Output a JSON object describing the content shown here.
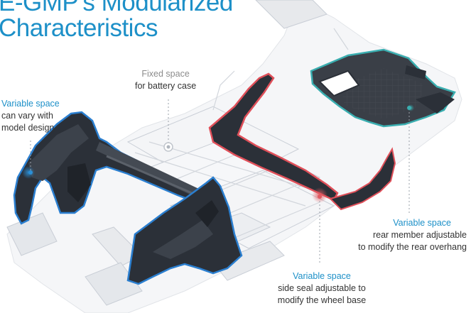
{
  "title": {
    "line1": "E-GMP's Modularized",
    "line2": "Characteristics"
  },
  "callouts": {
    "fixed": {
      "heading": "Fixed space",
      "line1": "for battery case"
    },
    "front": {
      "heading": "Variable space",
      "line1": "can vary with",
      "line2": "model design"
    },
    "rear": {
      "heading": "Variable space",
      "line1": "rear member adjustable",
      "line2": "to modify the rear overhang"
    },
    "side": {
      "heading": "Variable space",
      "line1": "side seal adjustable to",
      "line2": "modify the wheel base"
    }
  },
  "colors": {
    "title_blue": "#1d90c8",
    "front_outline": "#2b7fd0",
    "rear_outline": "#3aaeb0",
    "side_outline": "#e0505a",
    "dark_part": "#2b3038",
    "frame_light": "#eef0f3"
  }
}
